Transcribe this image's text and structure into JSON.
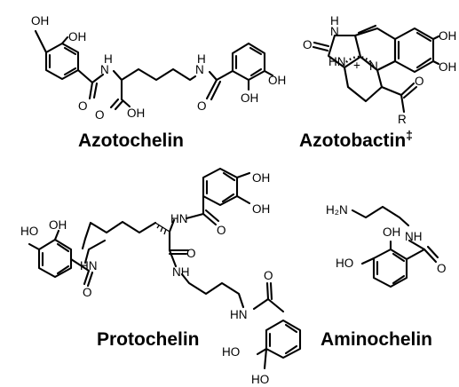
{
  "molecules": {
    "azotochelin": {
      "name": "Azotochelin"
    },
    "azotobactin": {
      "name": "Azotobactin",
      "mark": "‡"
    },
    "protochelin": {
      "name": "Protochelin"
    },
    "aminochelin": {
      "name": "Aminochelin"
    }
  },
  "atoms": {
    "oh": "OH",
    "ho": "HO",
    "nh": "NH",
    "hn": "HN",
    "hnp": "HN",
    "h": "H",
    "n": "N",
    "o": "O",
    "r": "R",
    "h2n": "H₂N",
    "plus": "+"
  }
}
